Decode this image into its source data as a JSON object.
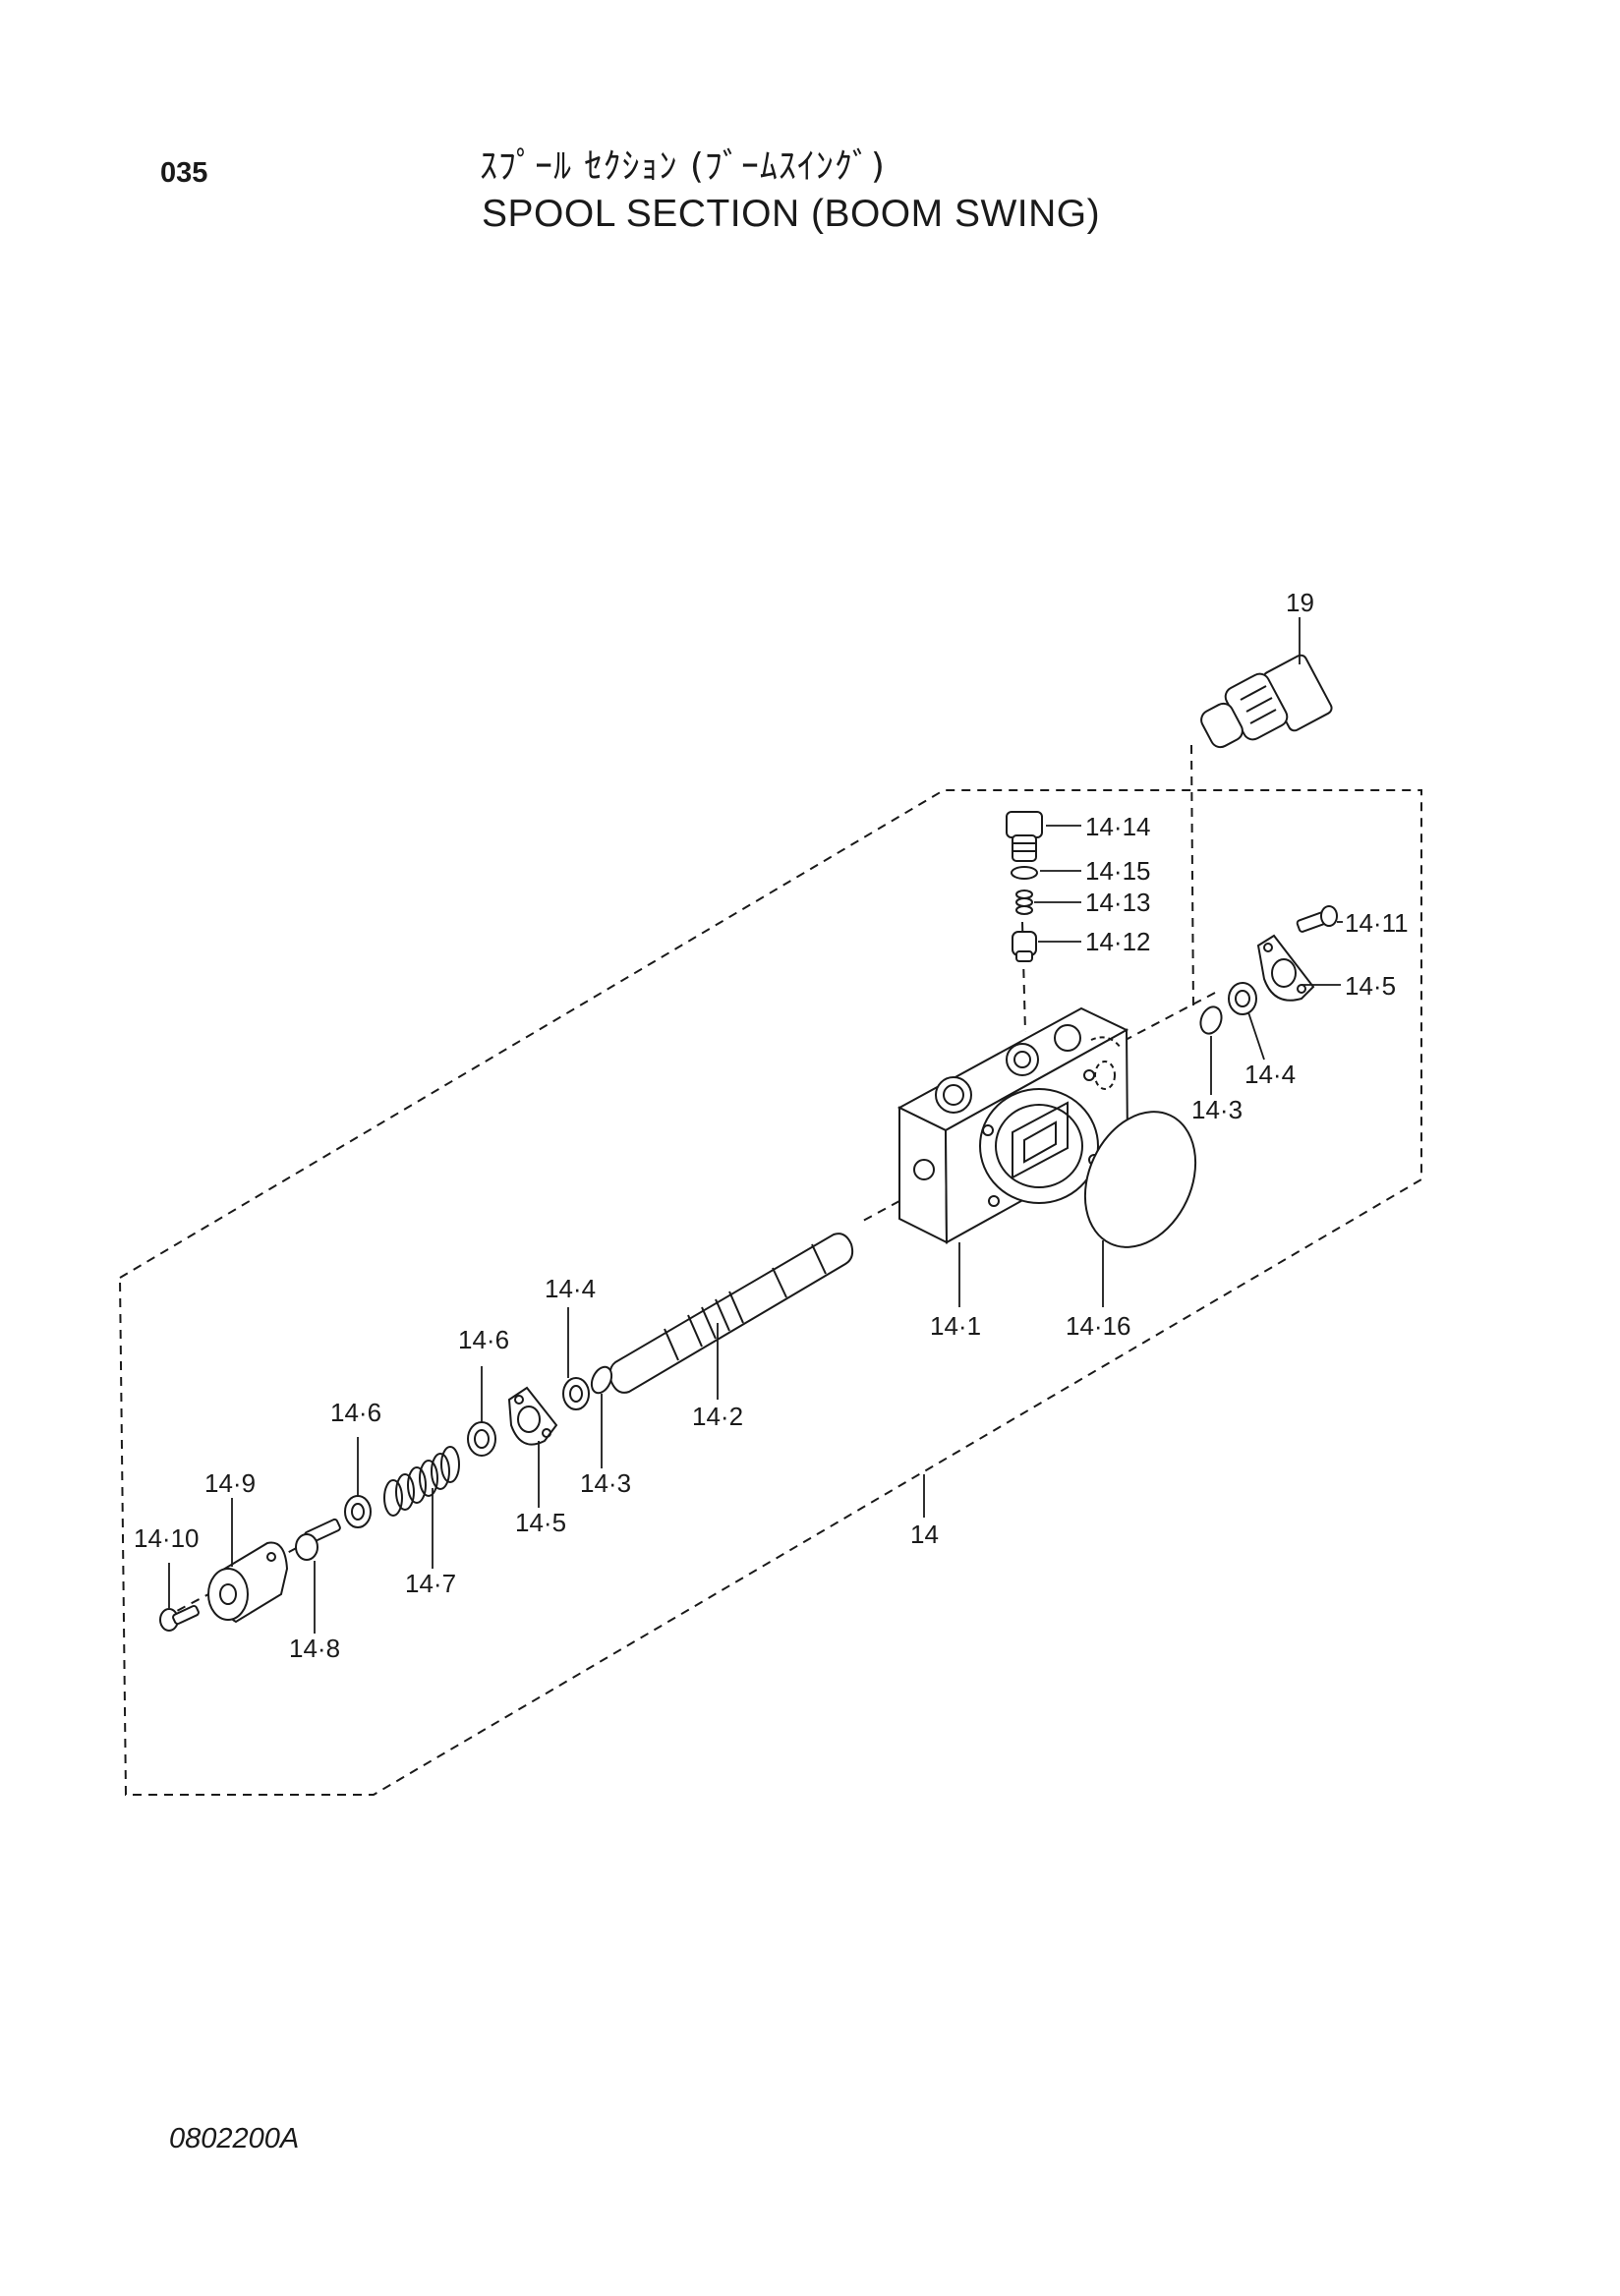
{
  "header": {
    "page_number": "035",
    "title_jp": "ｽﾌﾟｰﾙ ｾｸｼｮﾝ (ﾌﾞｰﾑｽｲﾝｸﾞ)",
    "title_en": "SPOOL SECTION (BOOM SWING)"
  },
  "footer": {
    "doc_code": "0802200A"
  },
  "callouts": {
    "p19": "19",
    "p14_14": "14·14",
    "p14_15": "14·15",
    "p14_13": "14·13",
    "p14_12": "14·12",
    "p14_11": "14·11",
    "p14_5_right": "14·5",
    "p14_4_right": "14·4",
    "p14_3_right": "14·3",
    "p14_1": "14·1",
    "p14_16": "14·16",
    "p14_4_left": "14·4",
    "p14_6_upper": "14·6",
    "p14_2": "14·2",
    "p14_6_lower": "14·6",
    "p14_3_left": "14·3",
    "p14_5_left": "14·5",
    "p14_9": "14·9",
    "p14_10": "14·10",
    "p14_7": "14·7",
    "p14_8": "14·8",
    "p14": "14"
  }
}
